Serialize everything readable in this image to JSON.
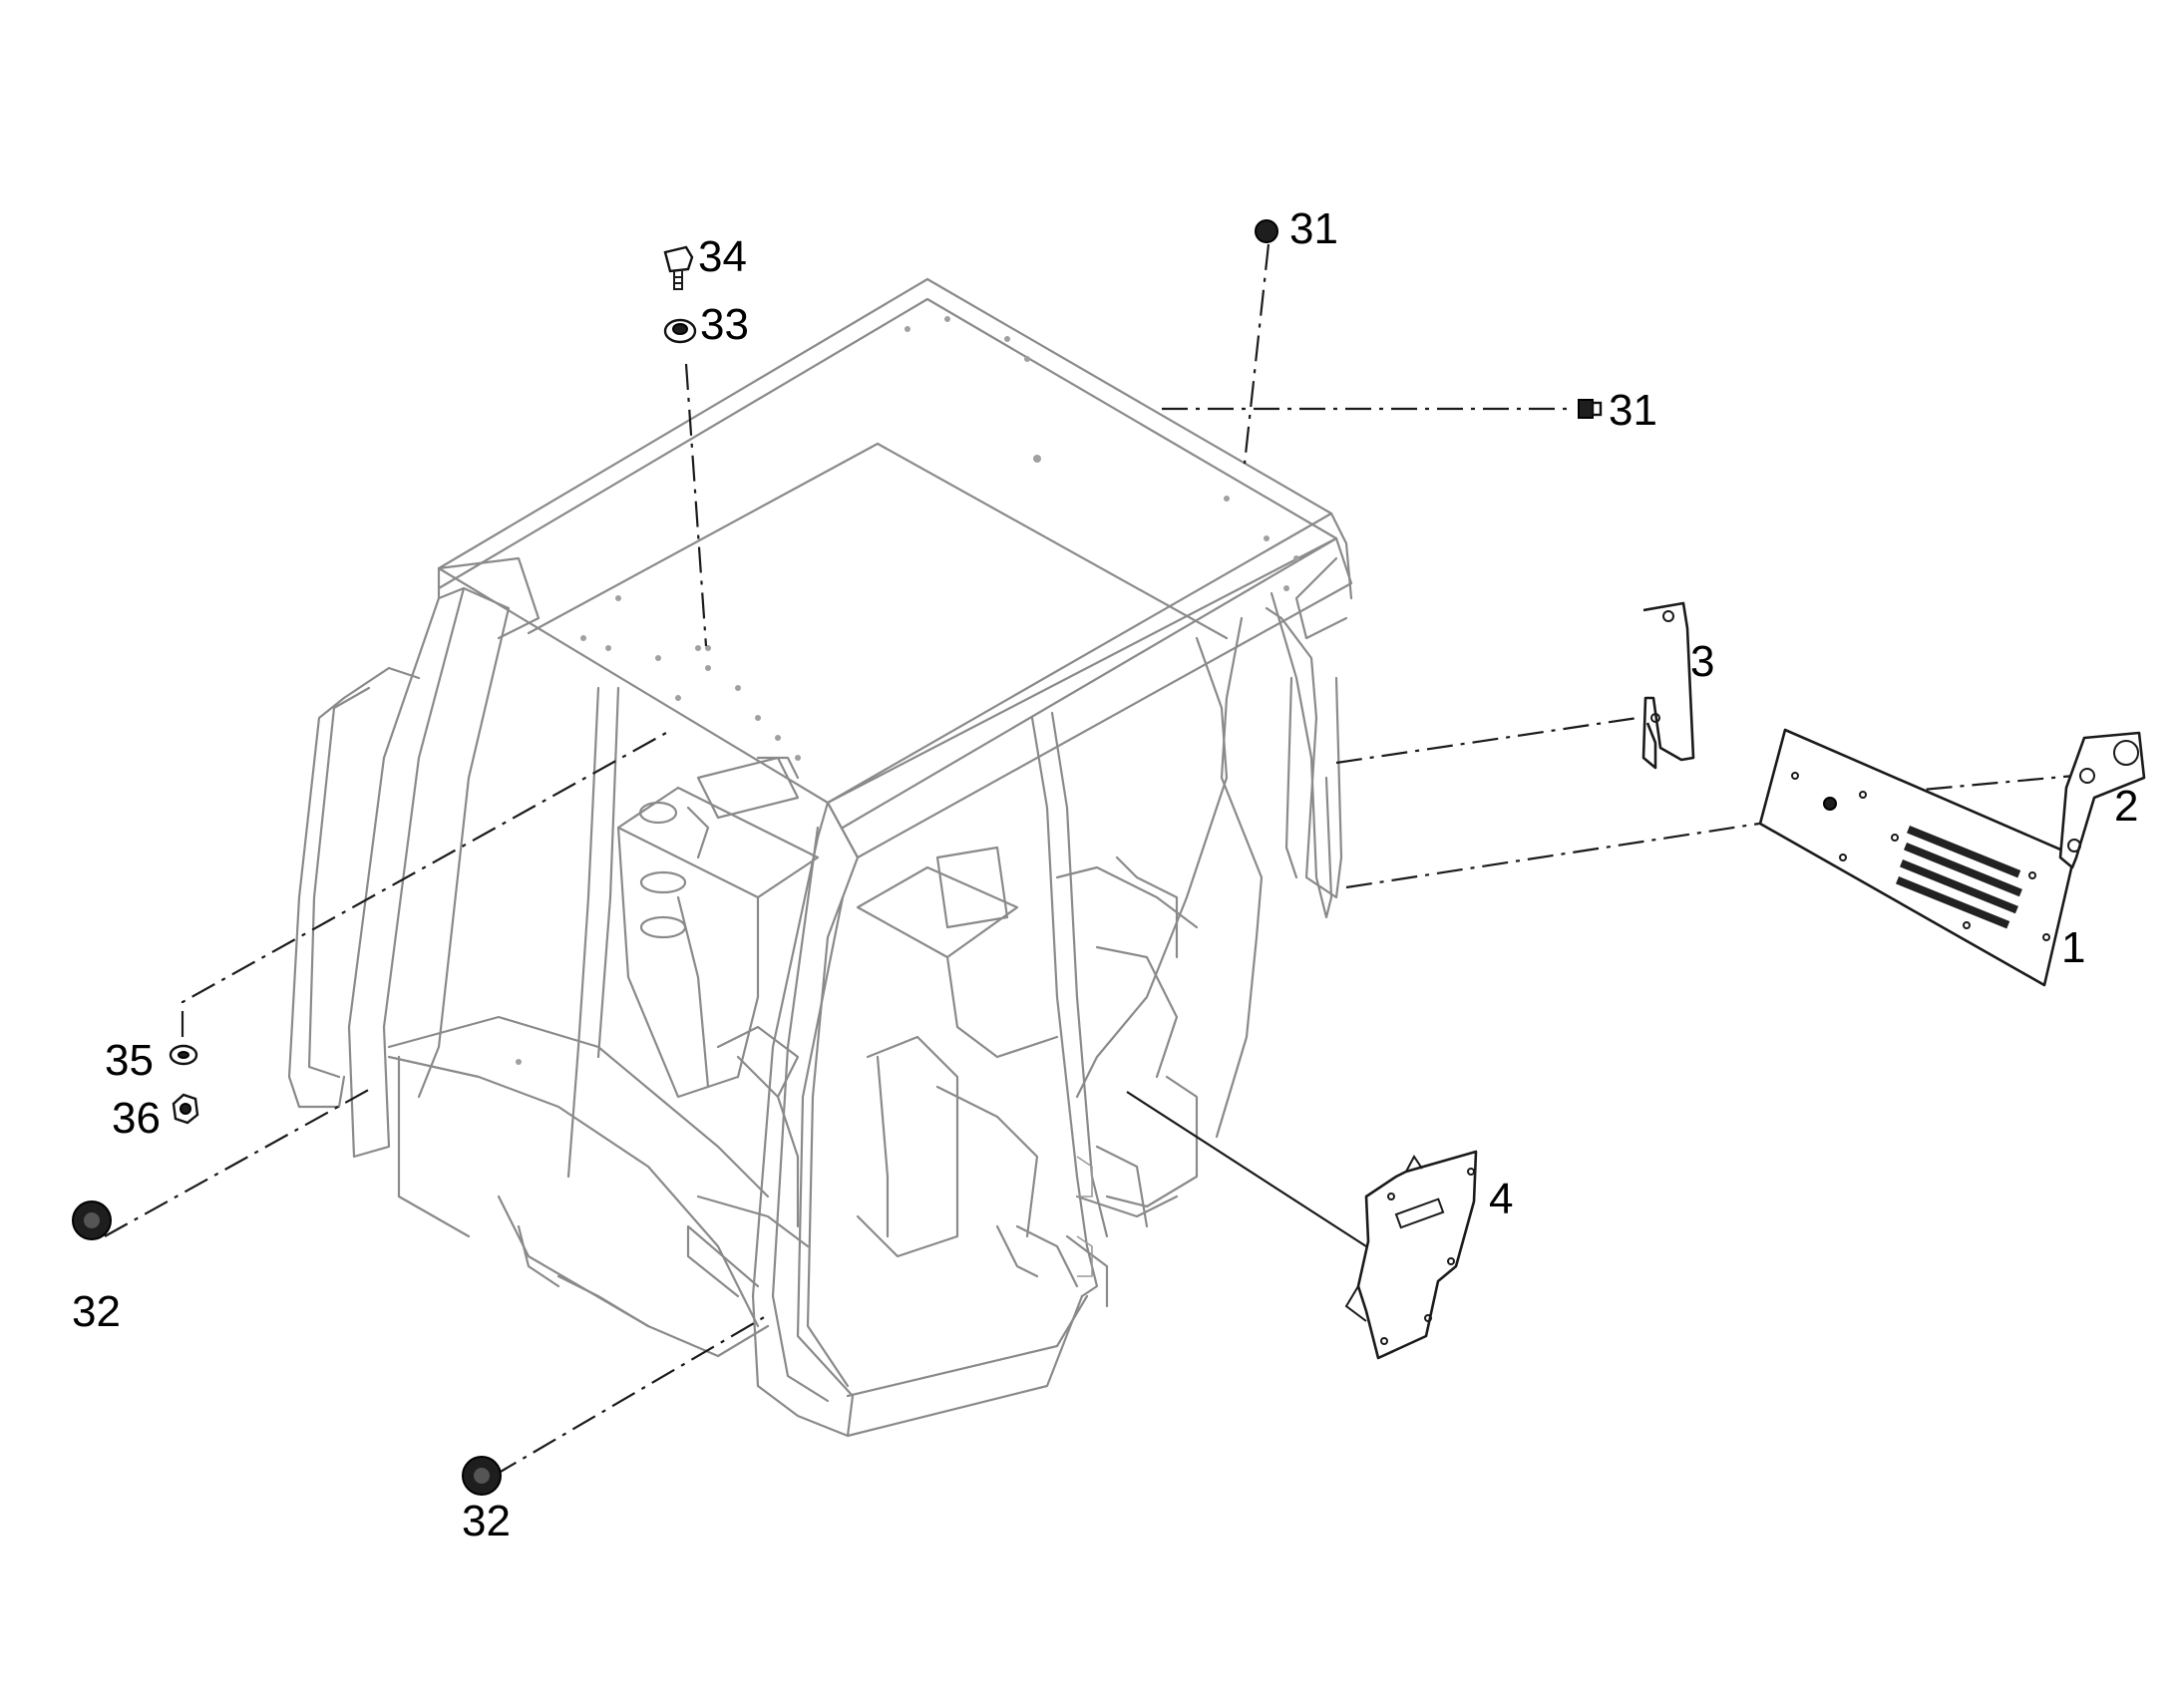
{
  "callouts": {
    "c1": "1",
    "c2": "2",
    "c3": "3",
    "c4": "4",
    "c31a": "31",
    "c31b": "31",
    "c32a": "32",
    "c32b": "32",
    "c33": "33",
    "c34": "34",
    "c35": "35",
    "c36": "36"
  },
  "colors": {
    "cab_outline": "#8a8a8a",
    "part_outline": "#1a1a1a",
    "background": "#ffffff"
  }
}
